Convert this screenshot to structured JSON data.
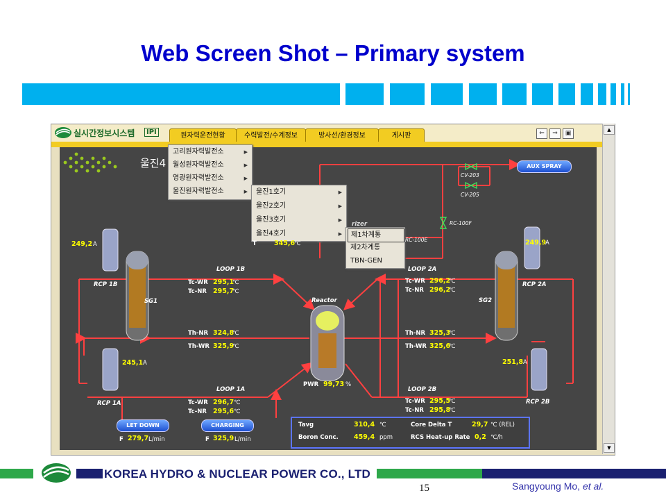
{
  "slide": {
    "title": "Web Screen Shot – Primary system",
    "company": "KOREA HYDRO & NUCLEAR POWER CO., LTD",
    "page_number": "15",
    "author_name": "Sangyoung Mo, ",
    "author_suffix": "et al."
  },
  "colors": {
    "title": "#0000cc",
    "stripe": "#00b0ee",
    "panel": "#454545",
    "value": "#ffff00",
    "pipe": "#ff4040",
    "tab": "#f2cc22"
  },
  "app": {
    "logo_text": "실시간정보시스템",
    "logo_badge": "IPI",
    "tabs": [
      "원자력운전현황",
      "수력발전/수계정보",
      "방사선/환경정보",
      "게시판"
    ],
    "toolbar_icons": [
      "back-icon",
      "forward-icon",
      "image-icon"
    ]
  },
  "menus": {
    "plants": [
      "고리원자력발전소",
      "월성원자력발전소",
      "영광원자력발전소",
      "울진원자력발전소"
    ],
    "units": [
      "울진1호기",
      "울진2호기",
      "울진3호기",
      "울진4호기"
    ],
    "systems": [
      "제1차계통",
      "제2차계통",
      "TBN-GEN"
    ]
  },
  "diagram": {
    "unit_title": "울진4",
    "pressurizer_label": "rizer",
    "pressurizer_temp": "345,6",
    "pressurizer_temp_prefix": "T",
    "valves": {
      "aux_spray": "AUX SPRAY",
      "cv203": "CV-203",
      "cv205": "CV-205",
      "rc100f": "RC-100F",
      "rc100e": "RC-100E"
    },
    "reactor": {
      "label": "Reactor",
      "pwr_label": "PWR",
      "pwr_value": "99,73",
      "pwr_unit": "%"
    },
    "sg1": "SG1",
    "sg2": "SG2",
    "rcp": {
      "1b": {
        "label": "RCP 1B",
        "amps": "249,2",
        "unit": "A"
      },
      "1a": {
        "label": "RCP 1A",
        "amps": "245,1",
        "unit": "A"
      },
      "2a": {
        "label": "RCP 2A",
        "amps": "249,9",
        "unit": "A"
      },
      "2b": {
        "label": "RCP 2B",
        "amps": "251,8",
        "unit": "A"
      }
    },
    "loops": {
      "1b": {
        "label": "LOOP 1B",
        "tc_wr": "295,1",
        "tc_nr": "295,7"
      },
      "1a": {
        "label": "LOOP 1A",
        "tc_wr": "296,7",
        "tc_nr": "295,6"
      },
      "2a": {
        "label": "LOOP 2A",
        "tc_wr": "296,2",
        "tc_nr": "296,2"
      },
      "2b": {
        "label": "LOOP 2B",
        "tc_wr": "295,5",
        "tc_nr": "295,8"
      }
    },
    "hot_legs": {
      "left": {
        "th_nr": "324,8",
        "th_wr": "325,9"
      },
      "right": {
        "th_nr": "325,3",
        "th_wr": "325,6"
      }
    },
    "labels": {
      "tc_wr": "Tc-WR",
      "tc_nr": "Tc-NR",
      "th_nr": "Th-NR",
      "th_wr": "Th-WR",
      "deg": "℃"
    },
    "letdown": {
      "label": "LET DOWN",
      "f": "F",
      "value": "279,7",
      "unit": "L/min"
    },
    "charging": {
      "label": "CHARGING",
      "f": "F",
      "value": "325,9",
      "unit": "L/min"
    },
    "info": {
      "tavg_label": "Tavg",
      "tavg_value": "310,4",
      "tavg_unit": "℃",
      "boron_label": "Boron Conc.",
      "boron_value": "459,4",
      "boron_unit": "ppm",
      "delta_label": "Core Delta T",
      "delta_value": "29,7",
      "delta_unit": "℃ (REL)",
      "heatup_label": "RCS Heat-up Rate",
      "heatup_value": "0,2",
      "heatup_unit": "℃/h"
    }
  }
}
